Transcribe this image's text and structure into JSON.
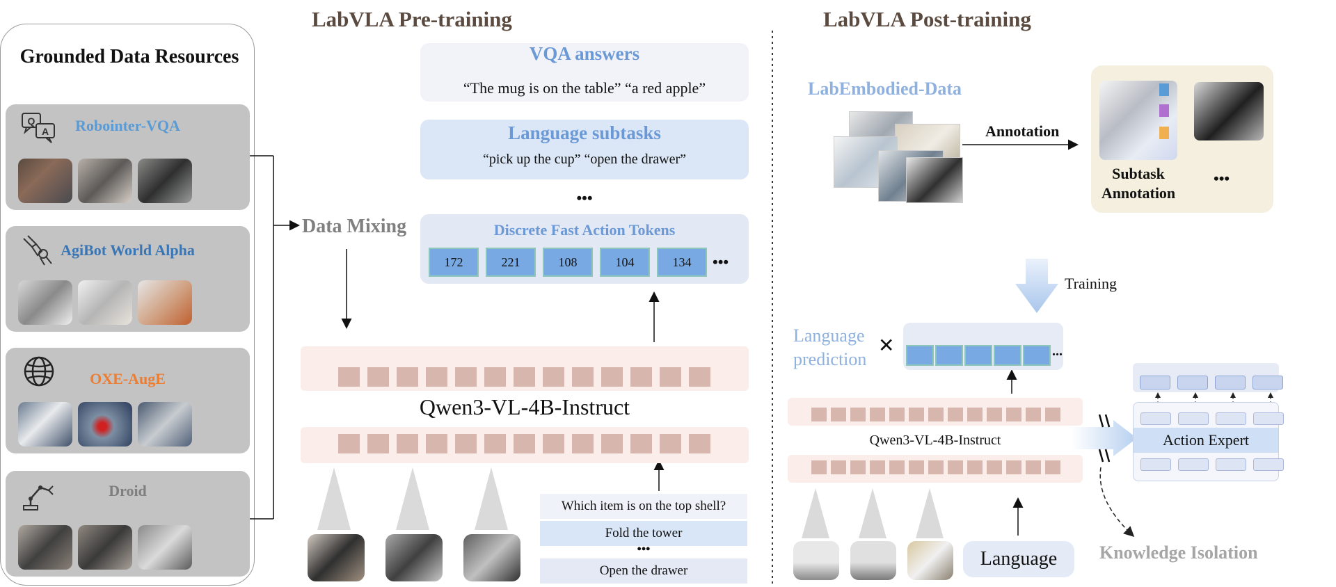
{
  "resources": {
    "title": "Grounded Data Resources",
    "items": [
      {
        "name": "Robointer-VQA",
        "color": "#5b9bd5",
        "icon": "qa-chat-icon"
      },
      {
        "name": "AgiBot World Alpha",
        "color": "#3a76b5",
        "icon": "robot-hand-icon"
      },
      {
        "name": "OXE-AugE",
        "color": "#ed7d31",
        "icon": "globe-icon"
      },
      {
        "name": "Droid",
        "color": "#7f7f7f",
        "icon": "robot-arm-icon"
      }
    ]
  },
  "pretraining": {
    "title": "LabVLA Pre-training",
    "data_mixing": "Data Mixing",
    "vqa": {
      "title": "VQA answers",
      "text": "“The mug is on the table” “a red apple”"
    },
    "subtasks": {
      "title": "Language subtasks",
      "text": "“pick up the cup” “open the drawer”"
    },
    "ellipsis": "•••",
    "fast_tokens": {
      "title": "Discrete Fast Action Tokens",
      "values": [
        "172",
        "221",
        "108",
        "104",
        "134"
      ],
      "more": "•••"
    },
    "model": "Qwen3-VL-4B-Instruct",
    "prompts": [
      "Which item is on the top shell?",
      "Fold the tower",
      "•••",
      "Open the drawer"
    ]
  },
  "posttraining": {
    "title": "LabVLA Post-training",
    "data_label": "LabEmbodied-Data",
    "annotation_label": "Annotation",
    "subtask_annotation": "Subtask\nAnnotation",
    "ellipsis": "•••",
    "training_label": "Training",
    "language_prediction": "Language\nprediction",
    "cross": "✕",
    "token_more": "...",
    "model": "Qwen3-VL-4B-Instruct",
    "language_input": "Language",
    "action_expert": "Action Expert",
    "knowledge_isolation": "Knowledge Isolation"
  },
  "colors": {
    "title_brown": "#5a4a40",
    "accent_blue": "#6b99d6",
    "token_blue": "#78a9e3",
    "card_gray": "#c3c3c3",
    "llm_band": "#fbeeea",
    "llm_square": "#d7b6ae"
  }
}
